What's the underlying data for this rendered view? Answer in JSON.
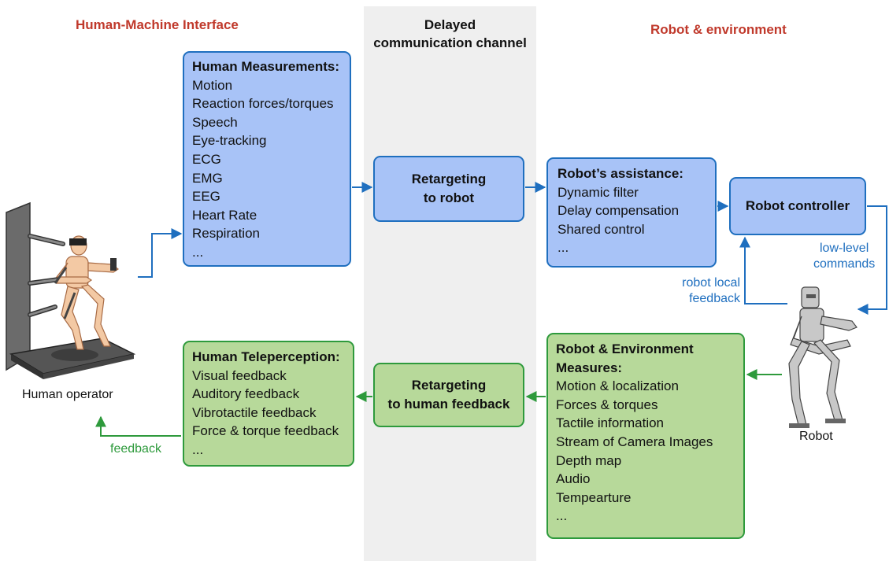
{
  "sections": {
    "left": "Human-Machine Interface",
    "middle_line1": "Delayed",
    "middle_line2": "communication channel",
    "right": "Robot & environment"
  },
  "human_measurements": {
    "title": "Human Measurements:",
    "items": [
      "Motion",
      "Reaction forces/torques",
      "Speech",
      "Eye-tracking",
      "ECG",
      "EMG",
      "EEG",
      "Heart Rate",
      "Respiration",
      "..."
    ]
  },
  "retarget_robot": {
    "line1": "Retargeting",
    "line2": "to robot"
  },
  "robot_assistance": {
    "title": "Robot’s assistance:",
    "items": [
      "Dynamic filter",
      "Delay compensation",
      "Shared control",
      "..."
    ]
  },
  "robot_controller": {
    "label": "Robot controller"
  },
  "low_level": {
    "line1": "low-level",
    "line2": "commands"
  },
  "robot_local": {
    "line1": "robot local",
    "line2": "feedback"
  },
  "robot_env_measures": {
    "title_line1": "Robot & Environment",
    "title_line2": "Measures:",
    "items": [
      "Motion & localization",
      "Forces & torques",
      "Tactile information",
      "Stream of Camera Images",
      "Depth map",
      "Audio",
      "Tempearture",
      "..."
    ]
  },
  "retarget_human": {
    "line1": "Retargeting",
    "line2": "to human feedback"
  },
  "human_teleperception": {
    "title": "Human Teleperception:",
    "items": [
      "Visual feedback",
      "Auditory feedback",
      "Vibrotactile feedback",
      "Force & torque feedback",
      "..."
    ]
  },
  "feedback_label": "feedback",
  "human_operator_label": "Human operator",
  "robot_label": "Robot",
  "colors": {
    "blue_fill": "#a8c3f7",
    "blue_stroke": "#1f6fbf",
    "green_fill": "#b7d99a",
    "green_stroke": "#2e9a3c",
    "title_red": "#c0392b"
  }
}
